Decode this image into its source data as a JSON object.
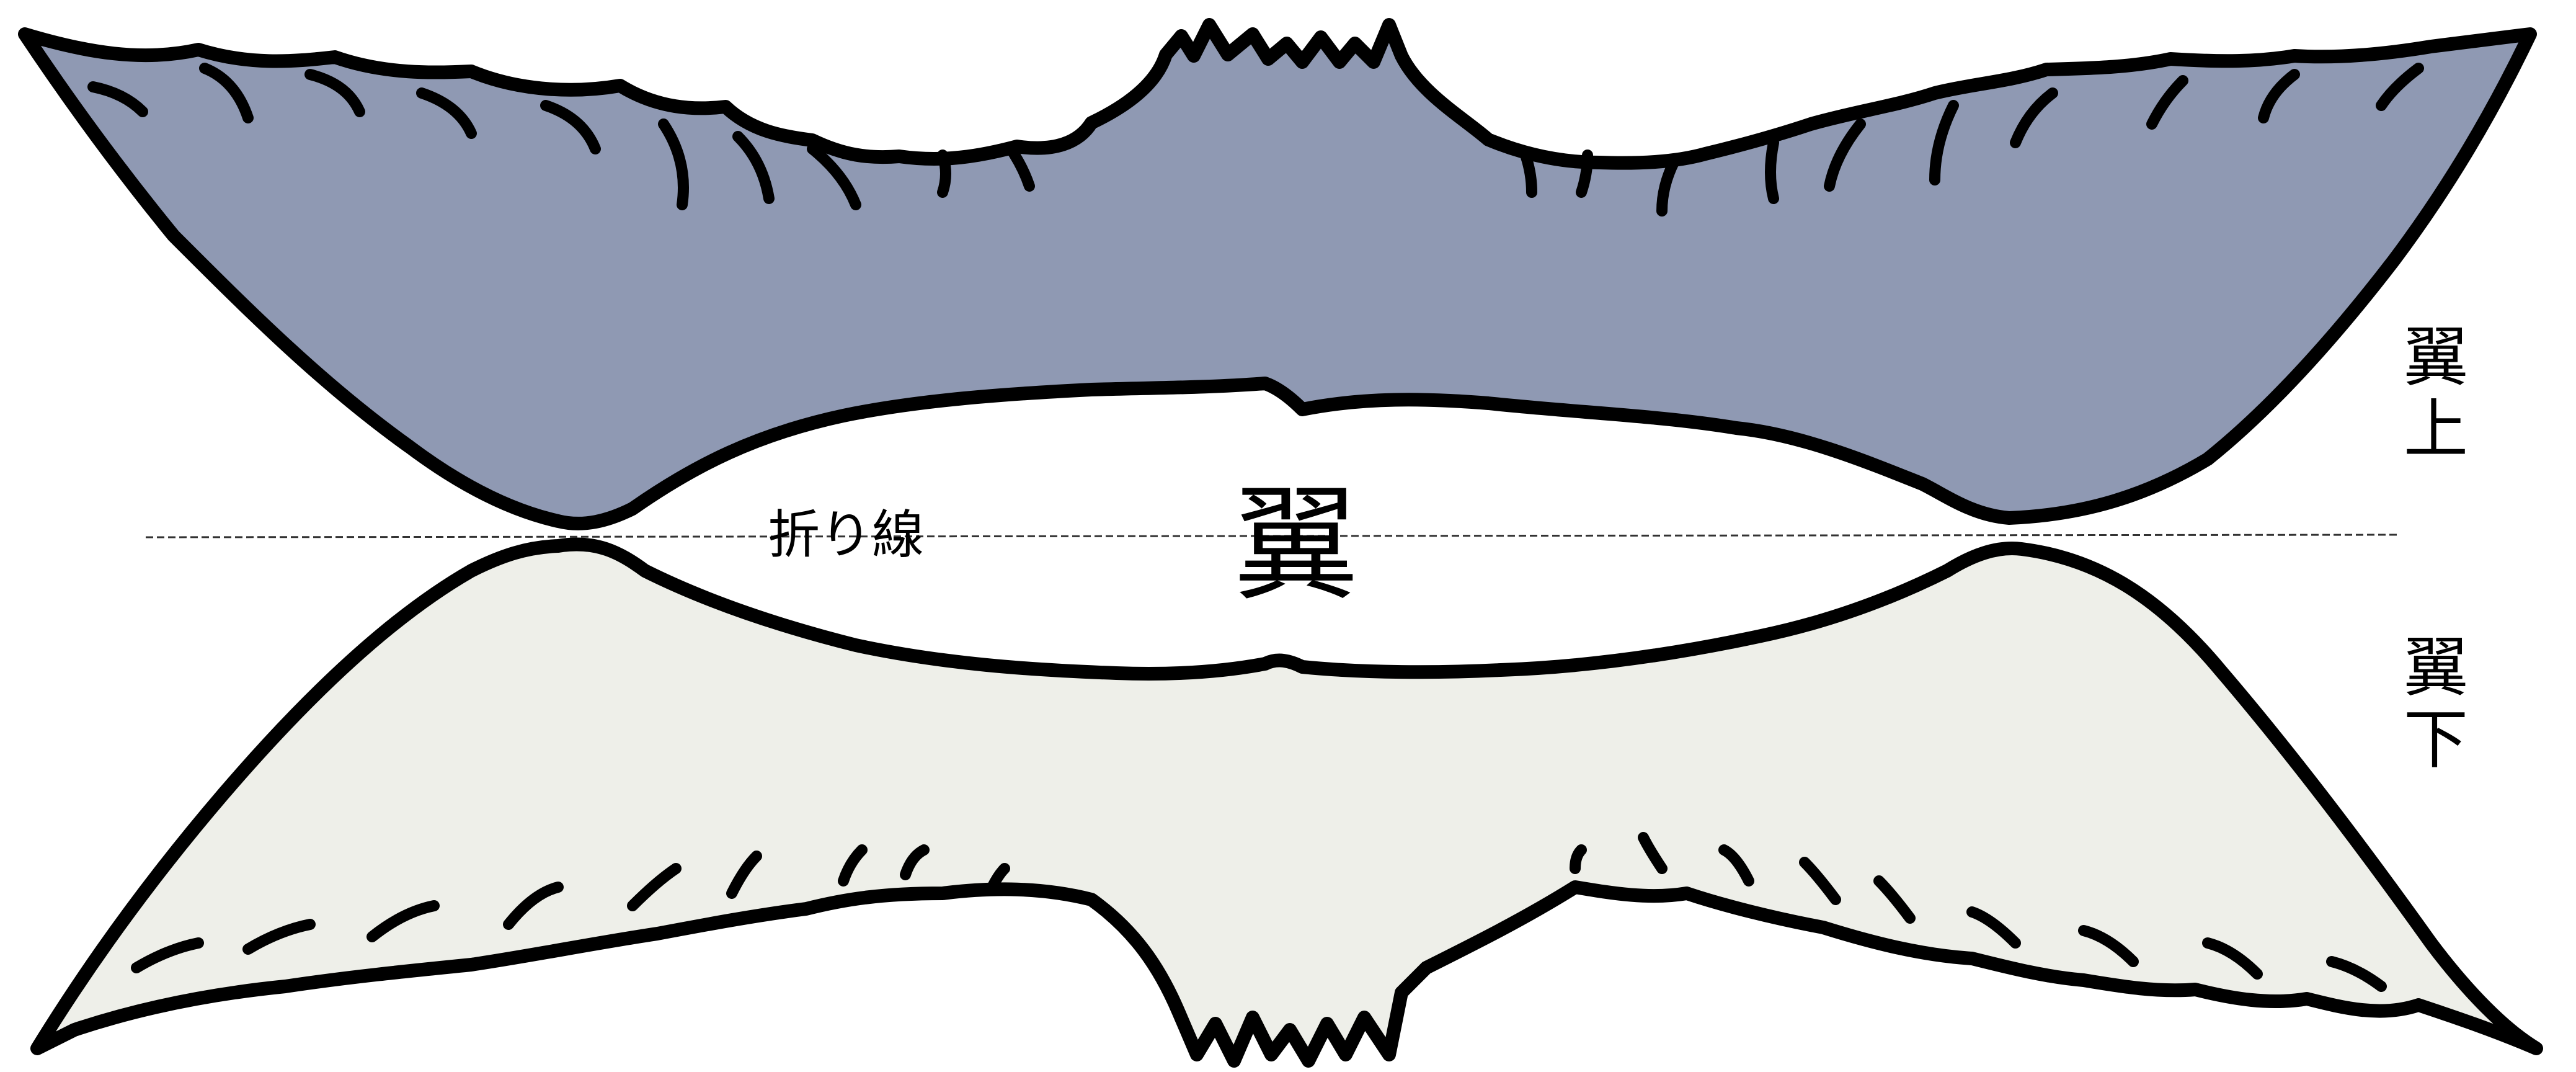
{
  "labels": {
    "title": "翼",
    "fold_line": "折り線",
    "upper_wing": [
      "翼",
      "上"
    ],
    "lower_wing": [
      "翼",
      "下"
    ]
  },
  "colors": {
    "upper_wing_fill": "#8f99b3",
    "lower_wing_fill": "#eeefe9",
    "outline": "#000000",
    "fold_line": "#333333"
  },
  "fold_line_style": "dashed"
}
